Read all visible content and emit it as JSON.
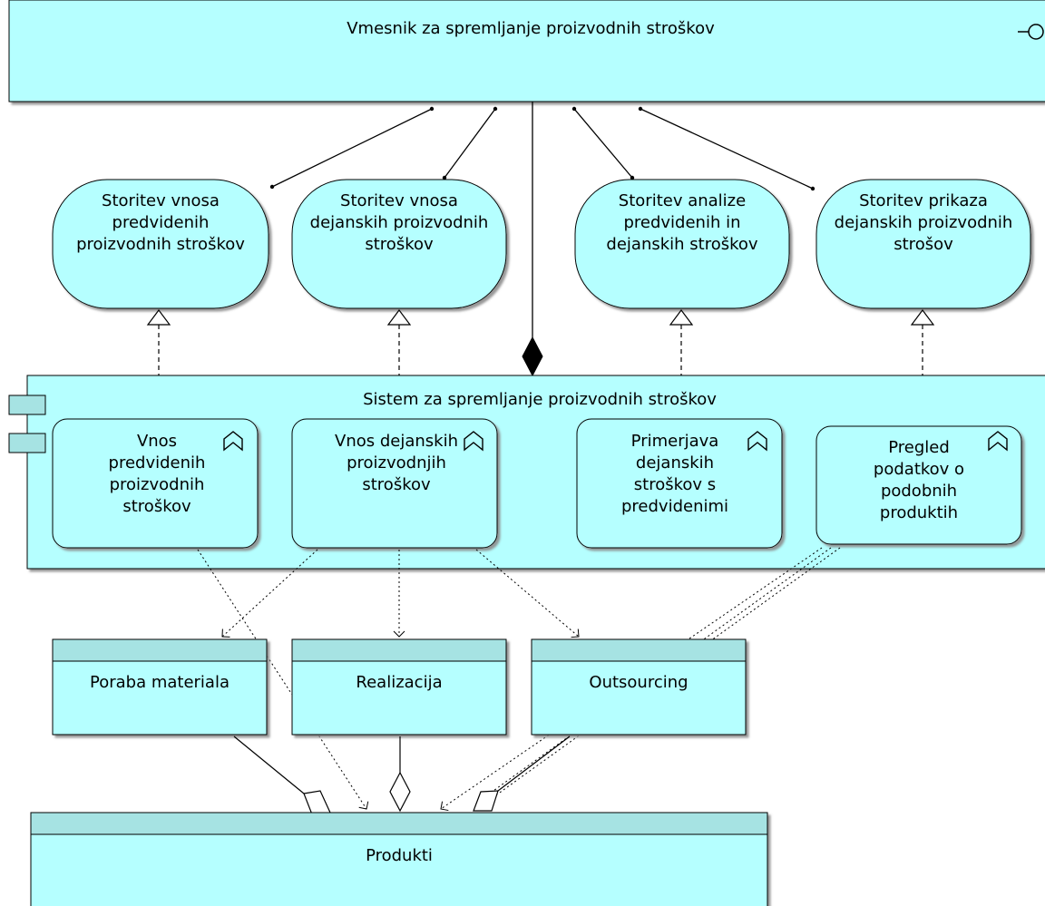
{
  "interface": {
    "title": "Vmesnik za spremljanje proizvodnih stroškov"
  },
  "services": [
    {
      "label": "Storitev vnosa predvidenih proizvodnih stroškov"
    },
    {
      "label": "Storitev vnosa dejanskih proizvodnih stroškov"
    },
    {
      "label": "Storitev analize predvidenih in dejanskih stroškov"
    },
    {
      "label": "Storitev prikaza dejanskih proizvodnih strošov"
    }
  ],
  "component": {
    "title": "Sistem za spremljanje proizvodnih stroškov"
  },
  "functions": [
    {
      "label": "Vnos predvidenih proizvodnih stroškov"
    },
    {
      "label": "Vnos dejanskih proizvodnjih stroškov"
    },
    {
      "label": "Primerjava dejanskih stroškov s predvidenimi"
    },
    {
      "label": "Pregled podatkov o podobnih produktih"
    }
  ],
  "data_objects": [
    {
      "label": "Poraba materiala"
    },
    {
      "label": "Realizacija"
    },
    {
      "label": "Outsourcing"
    }
  ],
  "product": {
    "label": "Produkti"
  },
  "colors": {
    "fill": "#b5ffff",
    "header_fill": "#a6e3e3",
    "stroke": "#000000",
    "shadow": "#9a9a9a"
  }
}
